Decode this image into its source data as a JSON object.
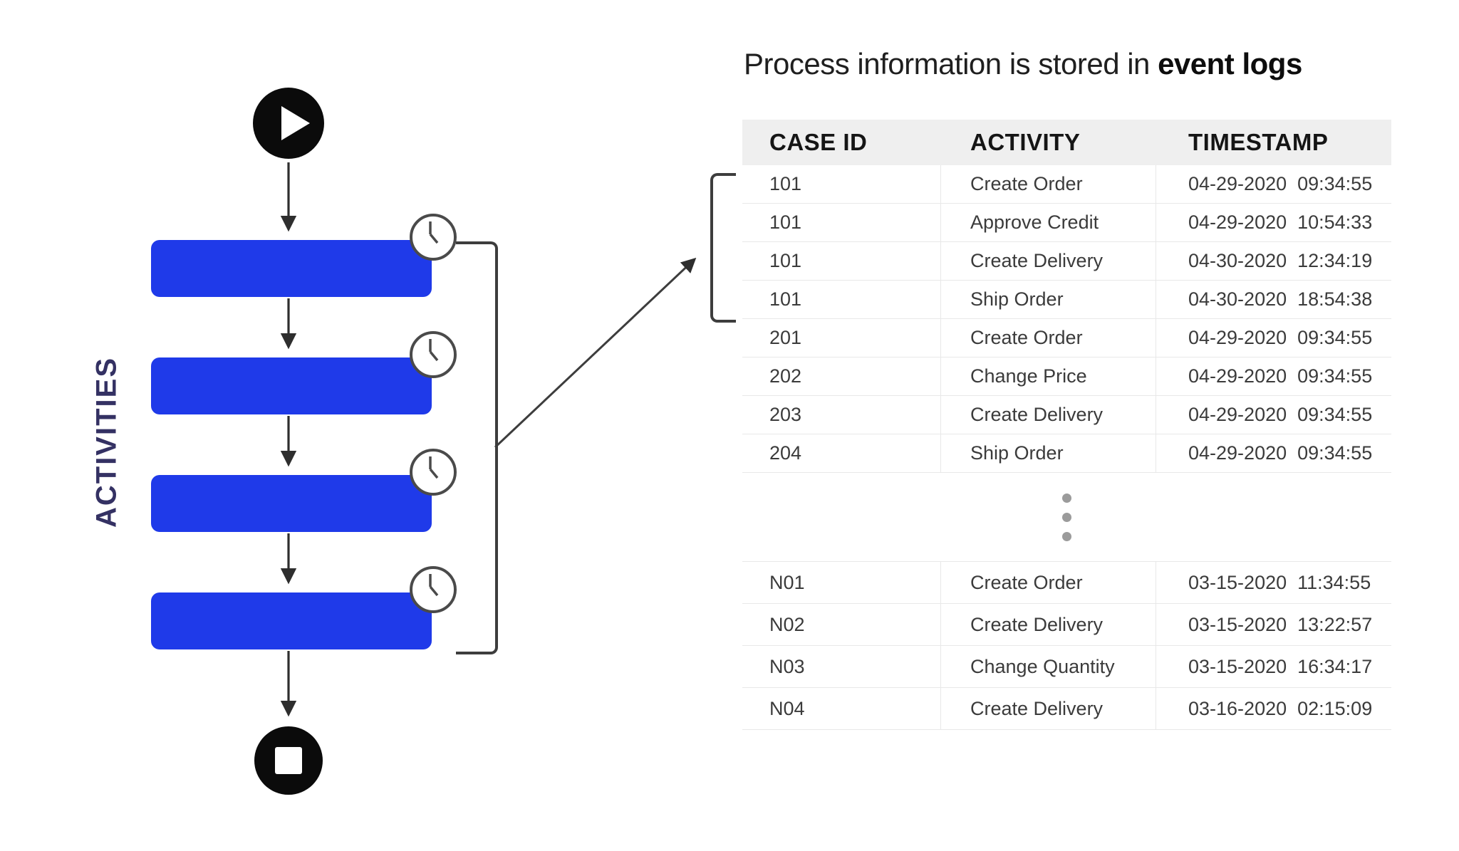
{
  "title": {
    "prefix": "Process information is stored in ",
    "bold": "event logs"
  },
  "diagram": {
    "label": "ACTIVITIES",
    "start_icon": "play-icon",
    "end_icon": "stop-icon",
    "activity_box_count": 4,
    "clock_icon_count": 4,
    "box_color": "#1f3ae9",
    "label_color": "#343163",
    "stroke_color": "#3d3d3d"
  },
  "table": {
    "columns": [
      "CASE ID",
      "ACTIVITY",
      "TIMESTAMP"
    ],
    "header_bg": "#efefef",
    "ellipsis_icon": "vertical-ellipsis-dots",
    "rows_top": [
      [
        "101",
        "Create Order",
        "04-29-2020  09:34:55"
      ],
      [
        "101",
        "Approve Credit",
        "04-29-2020  10:54:33"
      ],
      [
        "101",
        "Create Delivery",
        "04-30-2020  12:34:19"
      ],
      [
        "101",
        "Ship Order",
        "04-30-2020  18:54:38"
      ],
      [
        "201",
        "Create Order",
        "04-29-2020  09:34:55"
      ],
      [
        "202",
        "Change Price",
        "04-29-2020  09:34:55"
      ],
      [
        "203",
        "Create Delivery",
        "04-29-2020  09:34:55"
      ],
      [
        "204",
        "Ship Order",
        "04-29-2020  09:34:55"
      ]
    ],
    "rows_bottom": [
      [
        "N01",
        "Create Order",
        "03-15-2020  11:34:55"
      ],
      [
        "N02",
        "Create Delivery",
        "03-15-2020  13:22:57"
      ],
      [
        "N03",
        "Change Quantity",
        "03-15-2020  16:34:17"
      ],
      [
        "N04",
        "Create Delivery",
        "03-16-2020  02:15:09"
      ]
    ]
  }
}
